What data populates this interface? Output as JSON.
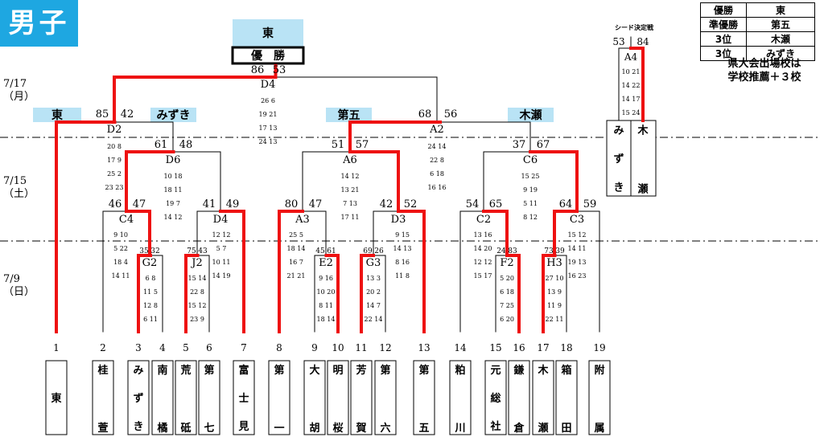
{
  "section_title": "男子",
  "dates": [
    {
      "date": "7/17",
      "day": "（月）"
    },
    {
      "date": "7/15",
      "day": "（土）"
    },
    {
      "date": "7/9",
      "day": "（日）"
    }
  ],
  "champion_box": {
    "school": "東",
    "label": "優　勝",
    "score": [
      "86",
      "53"
    ]
  },
  "legend": [
    {
      "k": "優勝",
      "v": "東"
    },
    {
      "k": "準優勝",
      "v": "第五"
    },
    {
      "k": "3位",
      "v": "木瀬"
    },
    {
      "k": "3位",
      "v": "みずき"
    }
  ],
  "note": [
    "県大会出場校は",
    "学校推薦＋３校"
  ],
  "seed_title": "シード決定戦",
  "teams": [
    {
      "n": "1",
      "name": "東"
    },
    {
      "n": "2",
      "name": "桂萱"
    },
    {
      "n": "3",
      "name": "みずき"
    },
    {
      "n": "4",
      "name": "南橘"
    },
    {
      "n": "5",
      "name": "荒砥"
    },
    {
      "n": "6",
      "name": "第七"
    },
    {
      "n": "7",
      "name": "富士見"
    },
    {
      "n": "8",
      "name": "第一"
    },
    {
      "n": "9",
      "name": "大胡"
    },
    {
      "n": "10",
      "name": "明桜"
    },
    {
      "n": "11",
      "name": "芳賀"
    },
    {
      "n": "12",
      "name": "第六"
    },
    {
      "n": "13",
      "name": "第五"
    },
    {
      "n": "14",
      "name": "粕川"
    },
    {
      "n": "15",
      "name": "元総社"
    },
    {
      "n": "16",
      "name": "鎌倉"
    },
    {
      "n": "17",
      "name": "木瀬"
    },
    {
      "n": "18",
      "name": "箱田"
    },
    {
      "n": "19",
      "name": "附属"
    }
  ],
  "semifinal_winners": [
    "東",
    "みずき",
    "第五",
    "木瀬"
  ],
  "seed_final": {
    "label": "A4",
    "left": "みずき",
    "right": "木瀬",
    "score": [
      "53",
      "84"
    ],
    "quarters": [
      "10 21",
      "14 22",
      "14 17",
      "15 24"
    ]
  },
  "matches": [
    {
      "id": "D4",
      "score": [
        "86",
        "53"
      ],
      "quarters": [
        "26 6",
        "19 21",
        "17 13",
        "24 13"
      ]
    },
    {
      "id": "D2",
      "score": [
        "85",
        "42"
      ],
      "quarters": [
        "20 8",
        "17 9",
        "25 2",
        "23 23"
      ]
    },
    {
      "id": "A2",
      "score": [
        "68",
        "56"
      ],
      "quarters": [
        "24 14",
        "22 8",
        "6 18",
        "16 16"
      ]
    },
    {
      "id": "D6",
      "score": [
        "61",
        "48"
      ],
      "quarters": [
        "10 18",
        "18 11",
        "19 7",
        "14 12"
      ]
    },
    {
      "id": "A6",
      "score": [
        "51",
        "57"
      ],
      "quarters": [
        "14 12",
        "13 21",
        "7 13",
        "17 11"
      ]
    },
    {
      "id": "C6",
      "score": [
        "37",
        "67"
      ],
      "quarters": [
        "15 25",
        "9 19",
        "5 11",
        "8 12"
      ]
    },
    {
      "id": "C4",
      "score": [
        "46",
        "47"
      ],
      "quarters": [
        "9 10",
        "5 22",
        "18 4",
        "14 11"
      ]
    },
    {
      "id": "D4",
      "score": [
        "41",
        "49"
      ],
      "quarters": [
        "12 12",
        "5 7",
        "10 11",
        "14 19"
      ]
    },
    {
      "id": "A3",
      "score": [
        "80",
        "47"
      ],
      "quarters": [
        "25 5",
        "18 14",
        "16 7",
        "21 21"
      ]
    },
    {
      "id": "D3",
      "score": [
        "42",
        "52"
      ],
      "quarters": [
        "9 15",
        "14 13",
        "8 16",
        "11 8"
      ]
    },
    {
      "id": "C2",
      "score": [
        "54",
        "65"
      ],
      "quarters": [
        "13 16",
        "14 20",
        "12 12",
        "15 17"
      ]
    },
    {
      "id": "C3",
      "score": [
        "64",
        "59"
      ],
      "quarters": [
        "15 12",
        "14 11",
        "19 13",
        "16 23"
      ]
    },
    {
      "id": "G2",
      "score": [
        "35",
        "32"
      ],
      "quarters": [
        "6 8",
        "11 5",
        "12 8",
        "6 11"
      ]
    },
    {
      "id": "J2",
      "score": [
        "75",
        "43"
      ],
      "quarters": [
        "15 14",
        "22 8",
        "15 12",
        "23 9"
      ]
    },
    {
      "id": "E2",
      "score": [
        "45",
        "61"
      ],
      "quarters": [
        "9 16",
        "10 20",
        "8 11",
        "18 14"
      ]
    },
    {
      "id": "G3",
      "score": [
        "69",
        "26"
      ],
      "quarters": [
        "13 3",
        "20 2",
        "14 7",
        "22 14"
      ]
    },
    {
      "id": "F2",
      "score": [
        "24",
        "83"
      ],
      "quarters": [
        "5 20",
        "6 18",
        "7 25",
        "6 20"
      ]
    },
    {
      "id": "H3",
      "score": [
        "73",
        "39"
      ],
      "quarters": [
        "27 10",
        "13 9",
        "11 9",
        "22 11"
      ]
    }
  ],
  "colors": {
    "win": "#ee1111",
    "lose": "#000000",
    "accent": "#1ea7e1",
    "highlight": "#b9e3f5"
  }
}
